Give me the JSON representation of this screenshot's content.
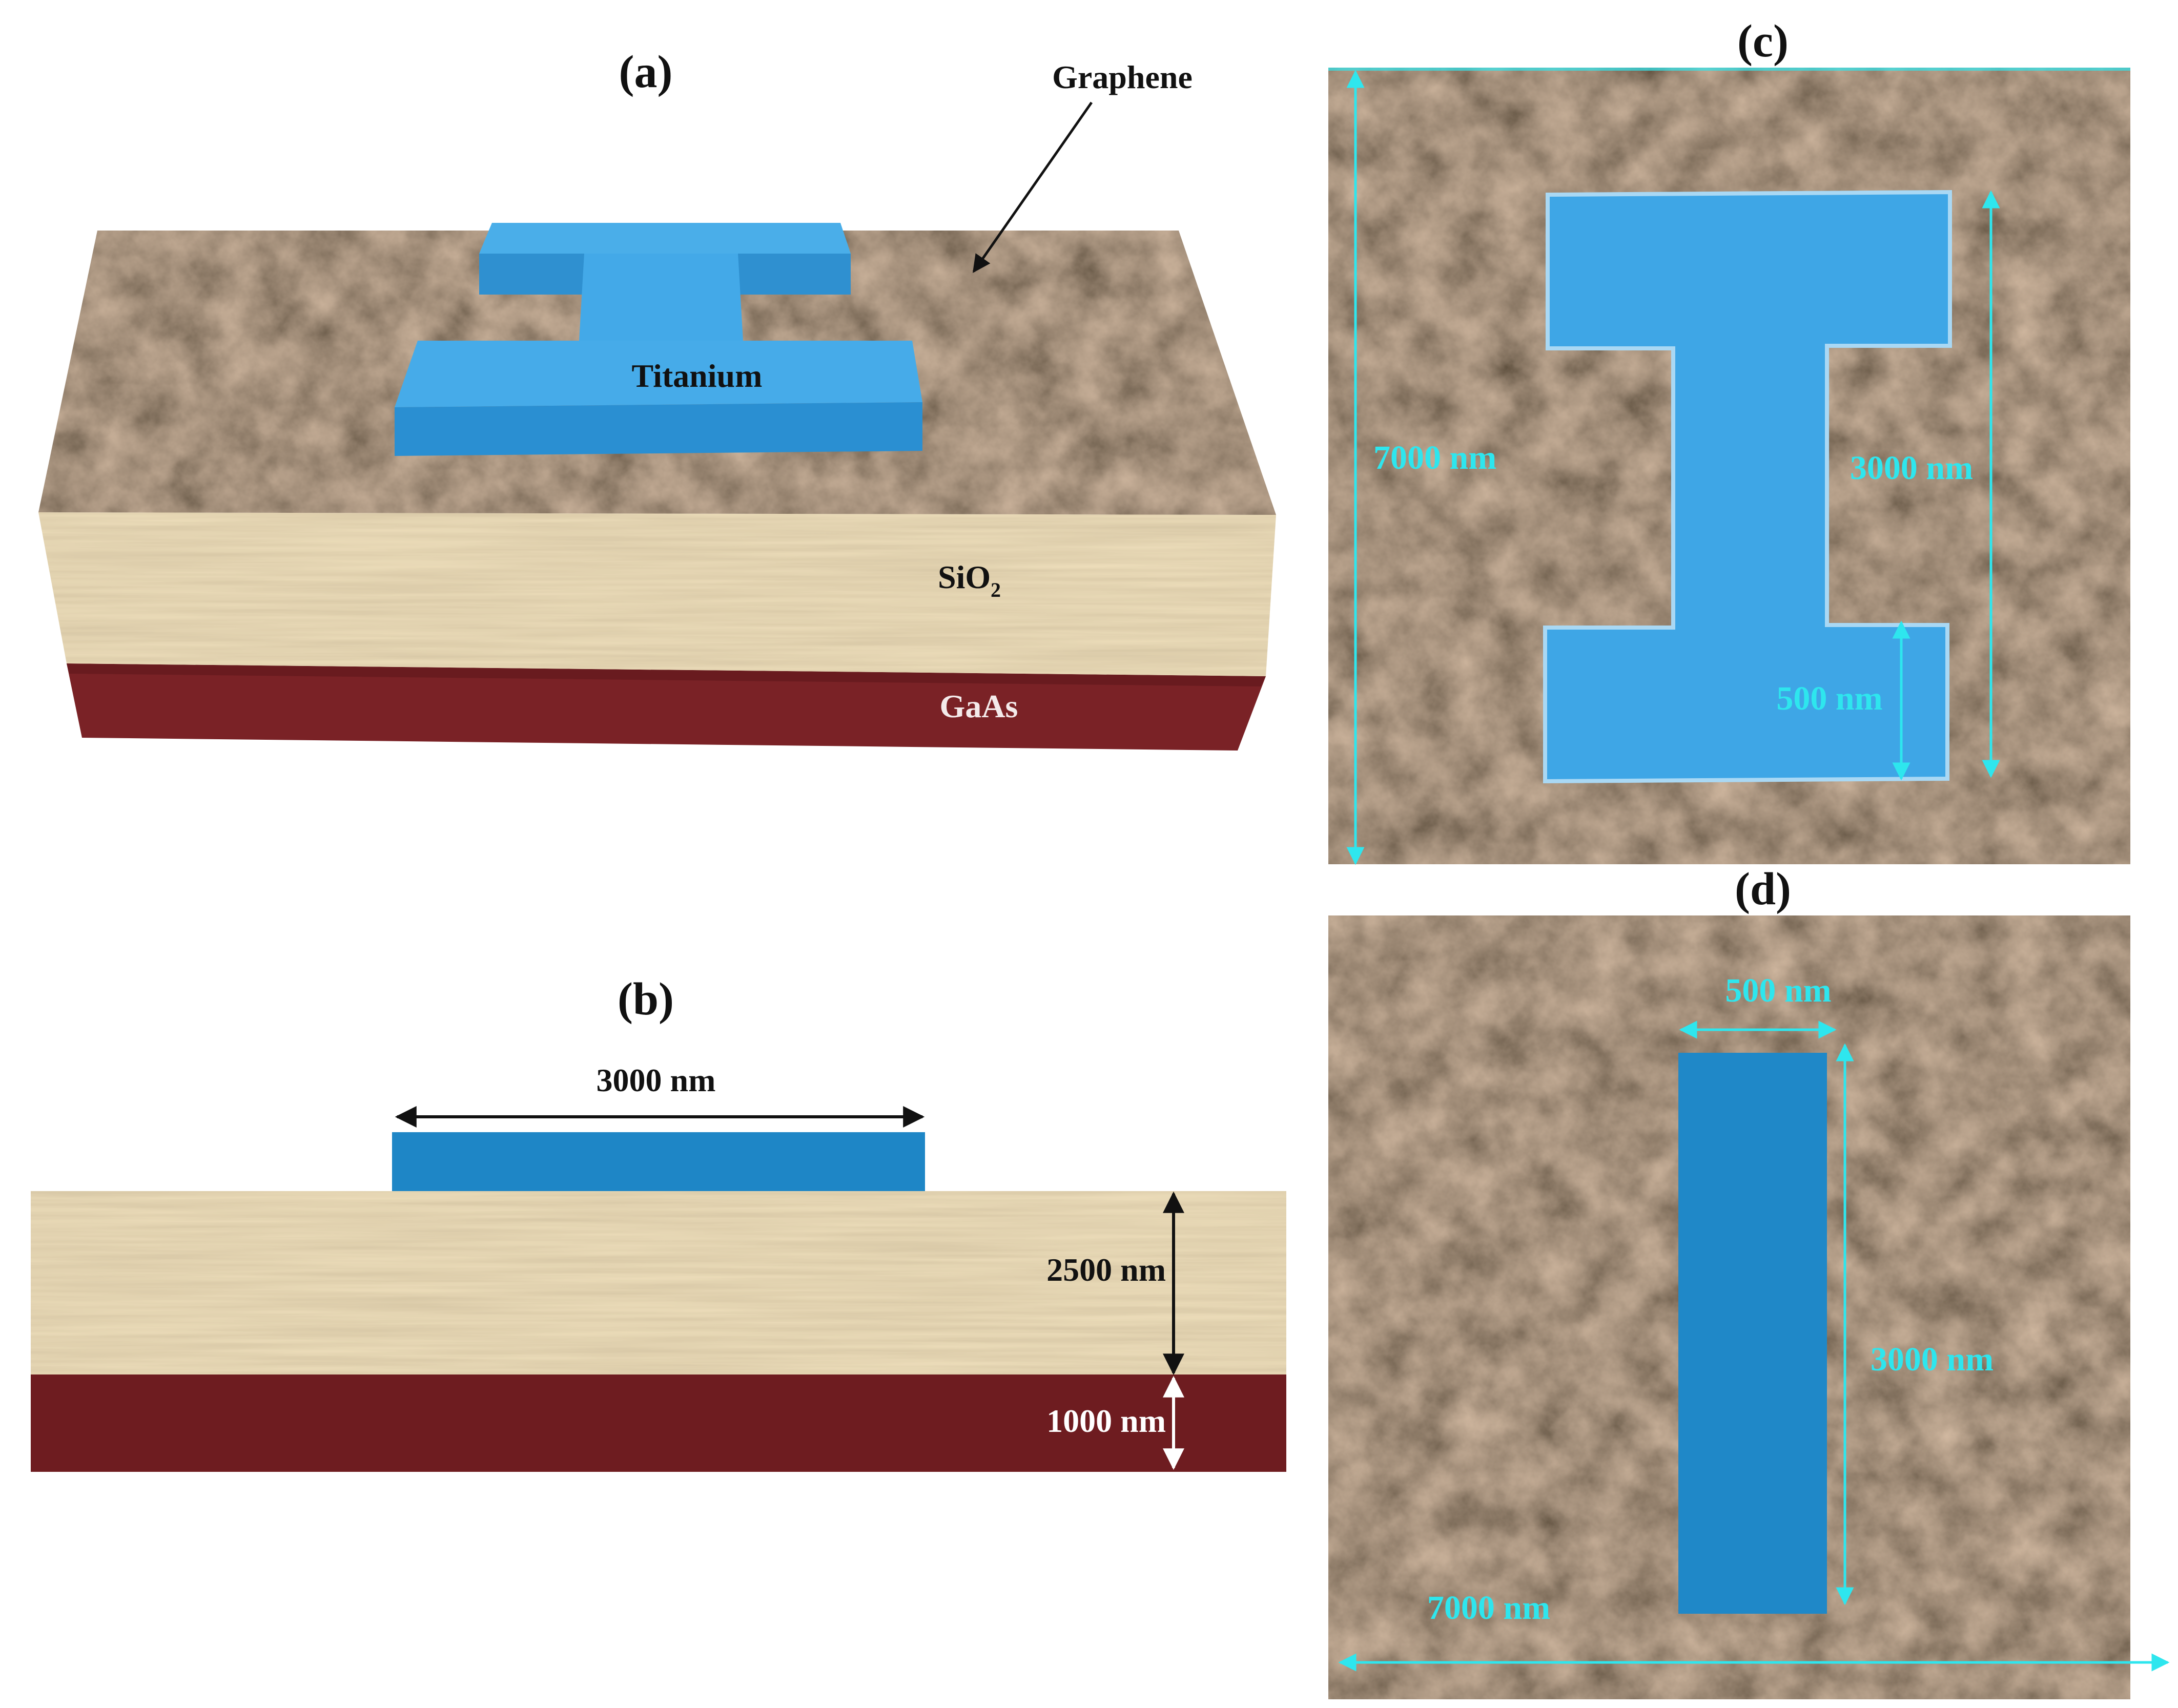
{
  "panels": {
    "a": {
      "label": "(a)",
      "graphene": "Graphene",
      "titanium": "Titanium",
      "sio2_main": "SiO",
      "sio2_sub": "2",
      "gaas": "GaAs"
    },
    "b": {
      "label": "(b)",
      "width": "3000 nm",
      "sio2_thickness": "2500 nm",
      "gaas_thickness": "1000 nm"
    },
    "c": {
      "label": "(c)",
      "side": "7000 nm",
      "height": "3000 nm",
      "flange": "500 nm"
    },
    "d": {
      "label": "(d)",
      "width": "500 nm",
      "height": "3000 nm",
      "side": "7000 nm"
    }
  },
  "colors": {
    "graphene": "#4e3a2c",
    "titanium": "#3ea6e6",
    "titanium_dark": "#1e86c6",
    "sio2": "#d3bb8f",
    "gaas": "#7a2226",
    "dimension_cyan": "#2ee6ee"
  }
}
